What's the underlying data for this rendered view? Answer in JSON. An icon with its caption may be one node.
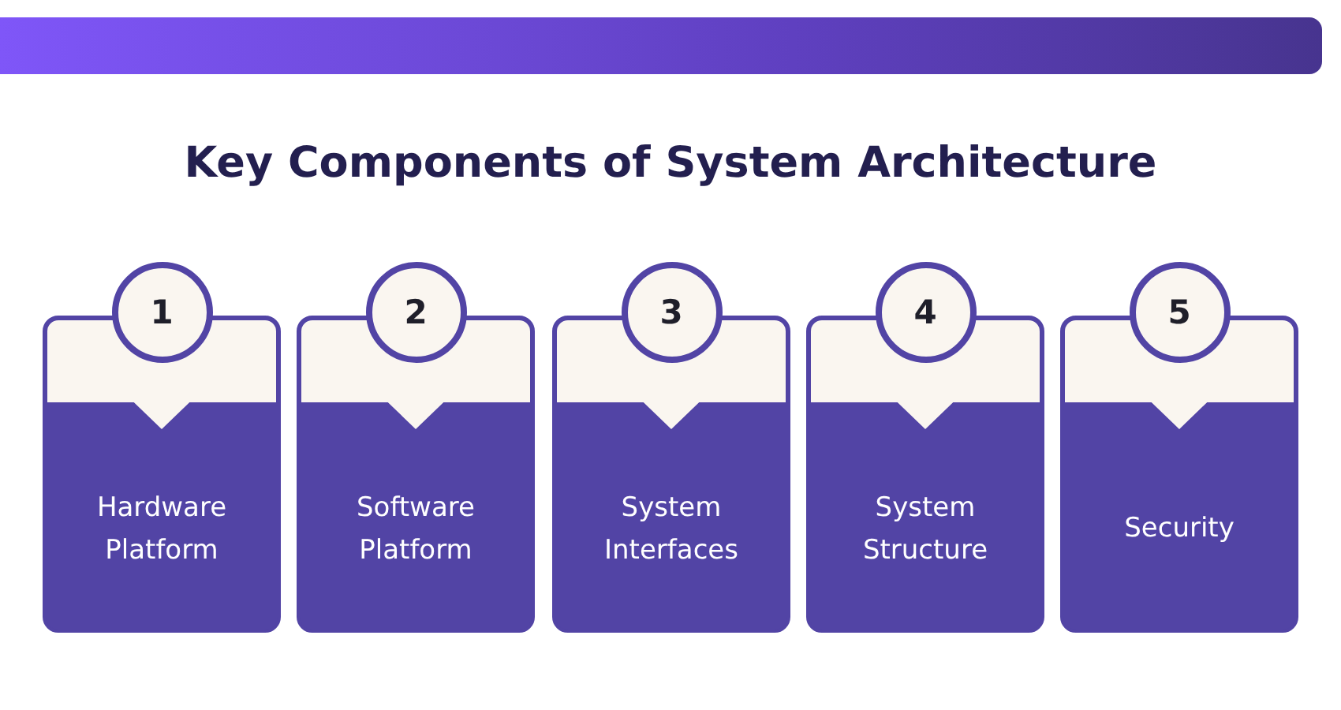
{
  "diagram": {
    "title": "Key Components of System Architecture",
    "nodes": [
      {
        "text": [
          "1",
          "Hardware Platform"
        ]
      },
      {
        "text": [
          "2",
          "Software Platform"
        ]
      },
      {
        "text": [
          "3",
          "System Interfaces"
        ]
      },
      {
        "text": [
          "4",
          "System Structure"
        ]
      },
      {
        "text": [
          "5",
          "Security"
        ]
      }
    ],
    "edges": []
  }
}
